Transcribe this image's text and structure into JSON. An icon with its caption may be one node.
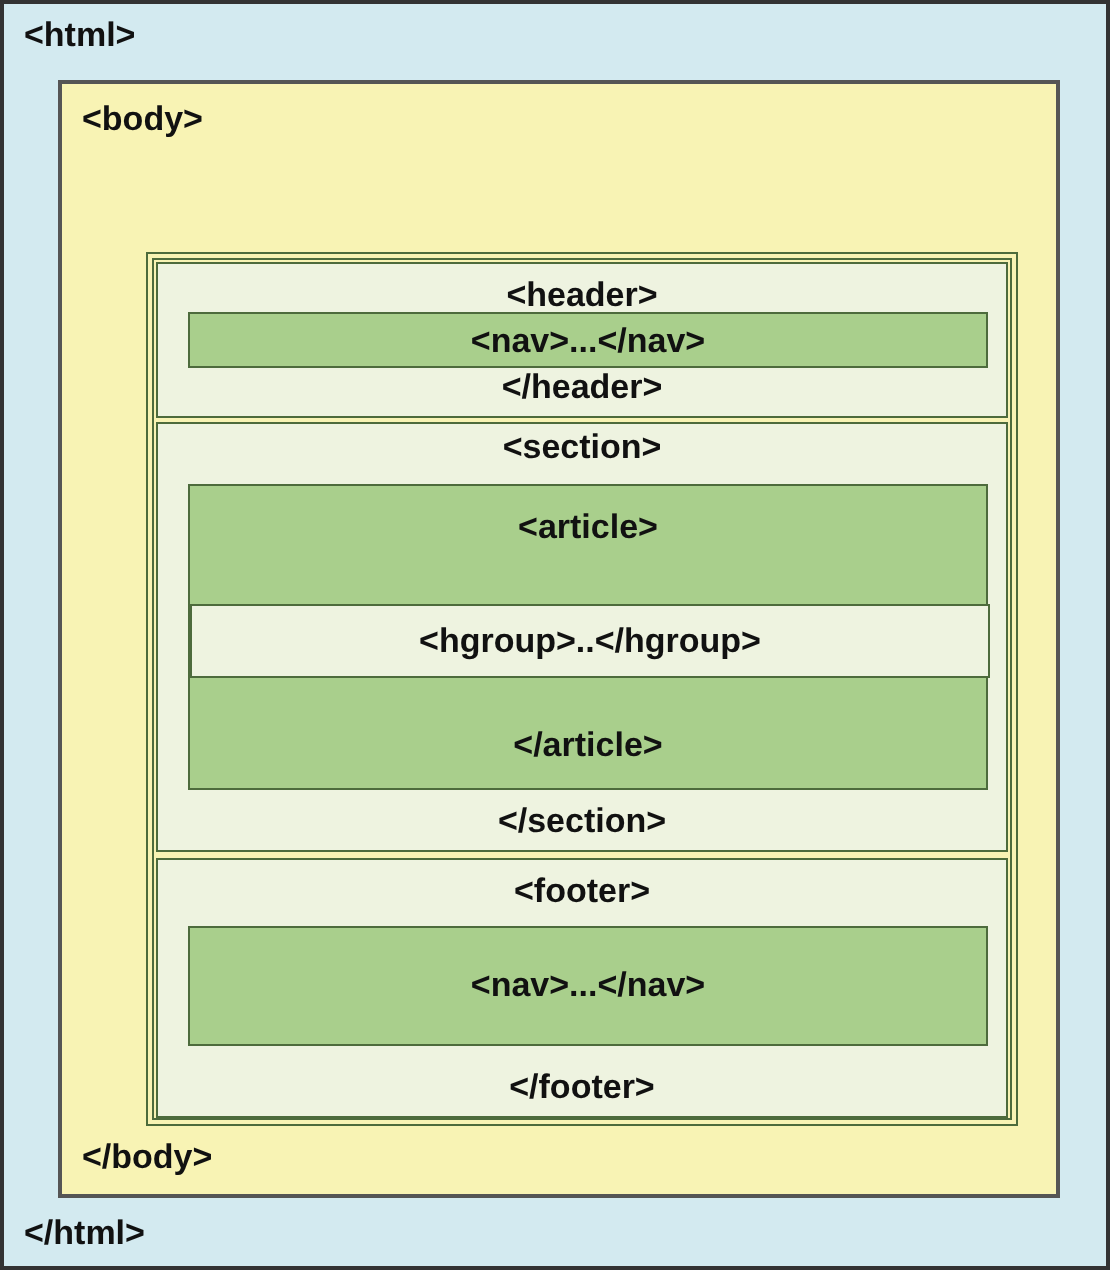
{
  "diagram": {
    "nodes": [
      {
        "text": [
          "<html>",
          "</html>"
        ]
      },
      {
        "text": [
          "<body>",
          "</body>"
        ],
        "in": 0
      },
      {
        "text": [
          "<header>",
          "</header>"
        ],
        "in": 1
      },
      {
        "text": [
          "<nav>...</nav>"
        ],
        "in": 2
      },
      {
        "text": [
          "<section>",
          "</section>"
        ],
        "in": 1
      },
      {
        "text": [
          "<article>",
          "</article>"
        ],
        "in": 4
      },
      {
        "text": [
          "<hgroup>..</hgroup>"
        ],
        "in": 5
      },
      {
        "text": [
          "<footer>",
          "</footer>"
        ],
        "in": 1
      },
      {
        "text": [
          "<nav>...</nav>"
        ],
        "in": 7
      }
    ]
  }
}
